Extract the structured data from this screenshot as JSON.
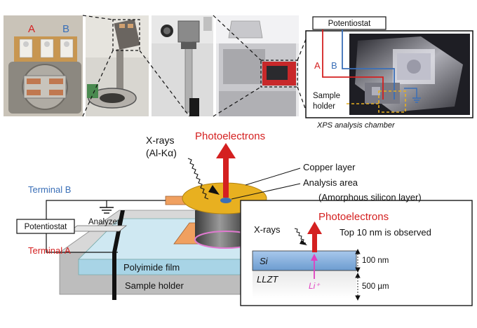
{
  "photos": {
    "photo1": {
      "label_a": "A",
      "label_b": "B"
    },
    "chamber": {
      "potentiostat_label": "Potentiostat",
      "label_a": "A",
      "label_b": "B",
      "sample_holder_label": "Sample\nholder",
      "caption": "XPS analysis chamber"
    }
  },
  "schematic": {
    "xrays_label": "X-rays",
    "xrays_source": "(Al-Kα)",
    "photoelectrons_label": "Photoelectrons",
    "copper_layer_label": "Copper layer",
    "analysis_area_label": "Analysis area",
    "amorphous_label": "(Amorphous silicon layer)",
    "terminal_b_label": "Terminal B",
    "terminal_a_label": "Terminal A",
    "potentiostat_label": "Potentiostat",
    "analyzer_label": "Analyzer",
    "polyimide_label": "Polyimide film",
    "sample_holder_label": "Sample holder"
  },
  "inset": {
    "photoelectrons_label": "Photoelectrons",
    "xrays_label": "X-rays",
    "observed_label": "Top 10 nm is observed",
    "si_label": "Si",
    "llzt_label": "LLZT",
    "li_label": "Li⁺",
    "thickness_si": "100 nm",
    "thickness_llzt": "500 µm"
  },
  "colors": {
    "red_label": "#d42020",
    "blue_label": "#3a6fb7",
    "copper": "#e8b020",
    "copper_pad": "#f0a060",
    "si_blue": "#8fb8e0",
    "li_magenta": "#e040c0"
  }
}
